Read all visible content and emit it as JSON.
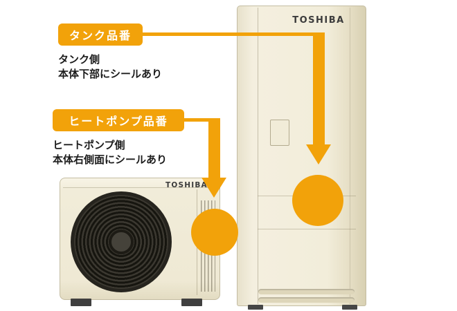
{
  "colors": {
    "accent_orange": "#F2A20A",
    "background": "#FFFFFF",
    "text_dark": "#1C1C1C",
    "body_cream": "#F1ECD9",
    "logo_gray": "#3C3C3C"
  },
  "callouts": {
    "tank": {
      "badge_label": "タンク品番",
      "note_line1": "タンク側",
      "note_line2": "本体下部にシールあり"
    },
    "heat_pump": {
      "badge_label": "ヒートポンプ品番",
      "note_line1": "ヒートポンプ側",
      "note_line2": "本体右側面にシールあり"
    }
  },
  "products": {
    "tank_unit": {
      "brand": "TOSHIBA"
    },
    "heat_pump_unit": {
      "brand": "TOSHIBA"
    }
  }
}
